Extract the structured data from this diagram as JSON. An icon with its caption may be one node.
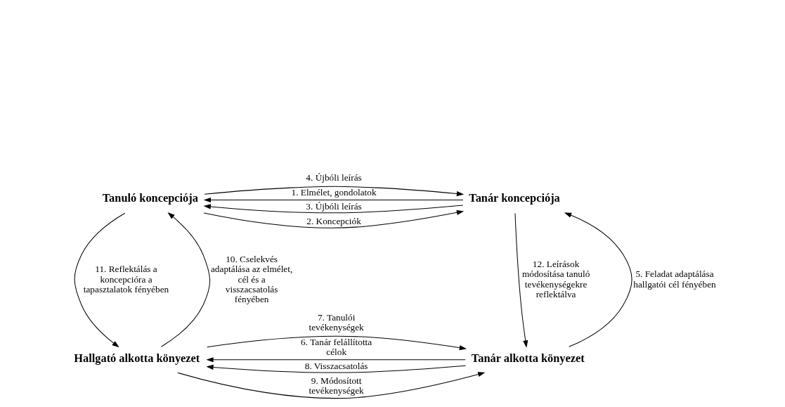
{
  "diagram": {
    "nodes": [
      {
        "text": [
          "Tanár koncepciója"
        ]
      },
      {
        "text": [
          "Tanuló koncepciója"
        ]
      },
      {
        "text": [
          "Tanár alkotta könyezet"
        ]
      },
      {
        "text": [
          "Hallgató alkotta könyezet"
        ]
      }
    ],
    "edges": [
      {
        "from": 0,
        "to": 1,
        "arrow": "to",
        "label": "1. Elmélet, gondolatok"
      },
      {
        "from": 1,
        "to": 0,
        "arrow": "to",
        "label": "2. Koncepciók"
      },
      {
        "from": 0,
        "to": 1,
        "arrow": "to",
        "label": "3. Újbóli leírás"
      },
      {
        "from": 1,
        "to": 0,
        "arrow": "to",
        "label": "4. Újbóli leírás"
      },
      {
        "from": 2,
        "to": 0,
        "arrow": "to",
        "label": "5. Feladat adaptálása hallgatói cél fényében"
      },
      {
        "from": 2,
        "to": 3,
        "arrow": "to",
        "label": "6. Tanár felállította célok"
      },
      {
        "from": 3,
        "to": 2,
        "arrow": "to",
        "label": "7. Tanulói tevékenységek"
      },
      {
        "from": 2,
        "to": 3,
        "arrow": "to",
        "label": "8. Visszacsatolás"
      },
      {
        "from": 3,
        "to": 2,
        "arrow": "to",
        "label": "9. Módosított tevékenységek"
      },
      {
        "from": 3,
        "to": 1,
        "arrow": "to",
        "label": "10. Cselekvés adaptálása az elmélet, cél és a visszacsatolás fényében"
      },
      {
        "from": 1,
        "to": 3,
        "arrow": "to",
        "label": "11. Reflektálás a koncepcióra a tapasztalatok fényében"
      },
      {
        "from": 0,
        "to": 2,
        "arrow": "to",
        "label": "12. Leírások módosítása tanuló tevékenységekre reflektálva"
      }
    ]
  }
}
